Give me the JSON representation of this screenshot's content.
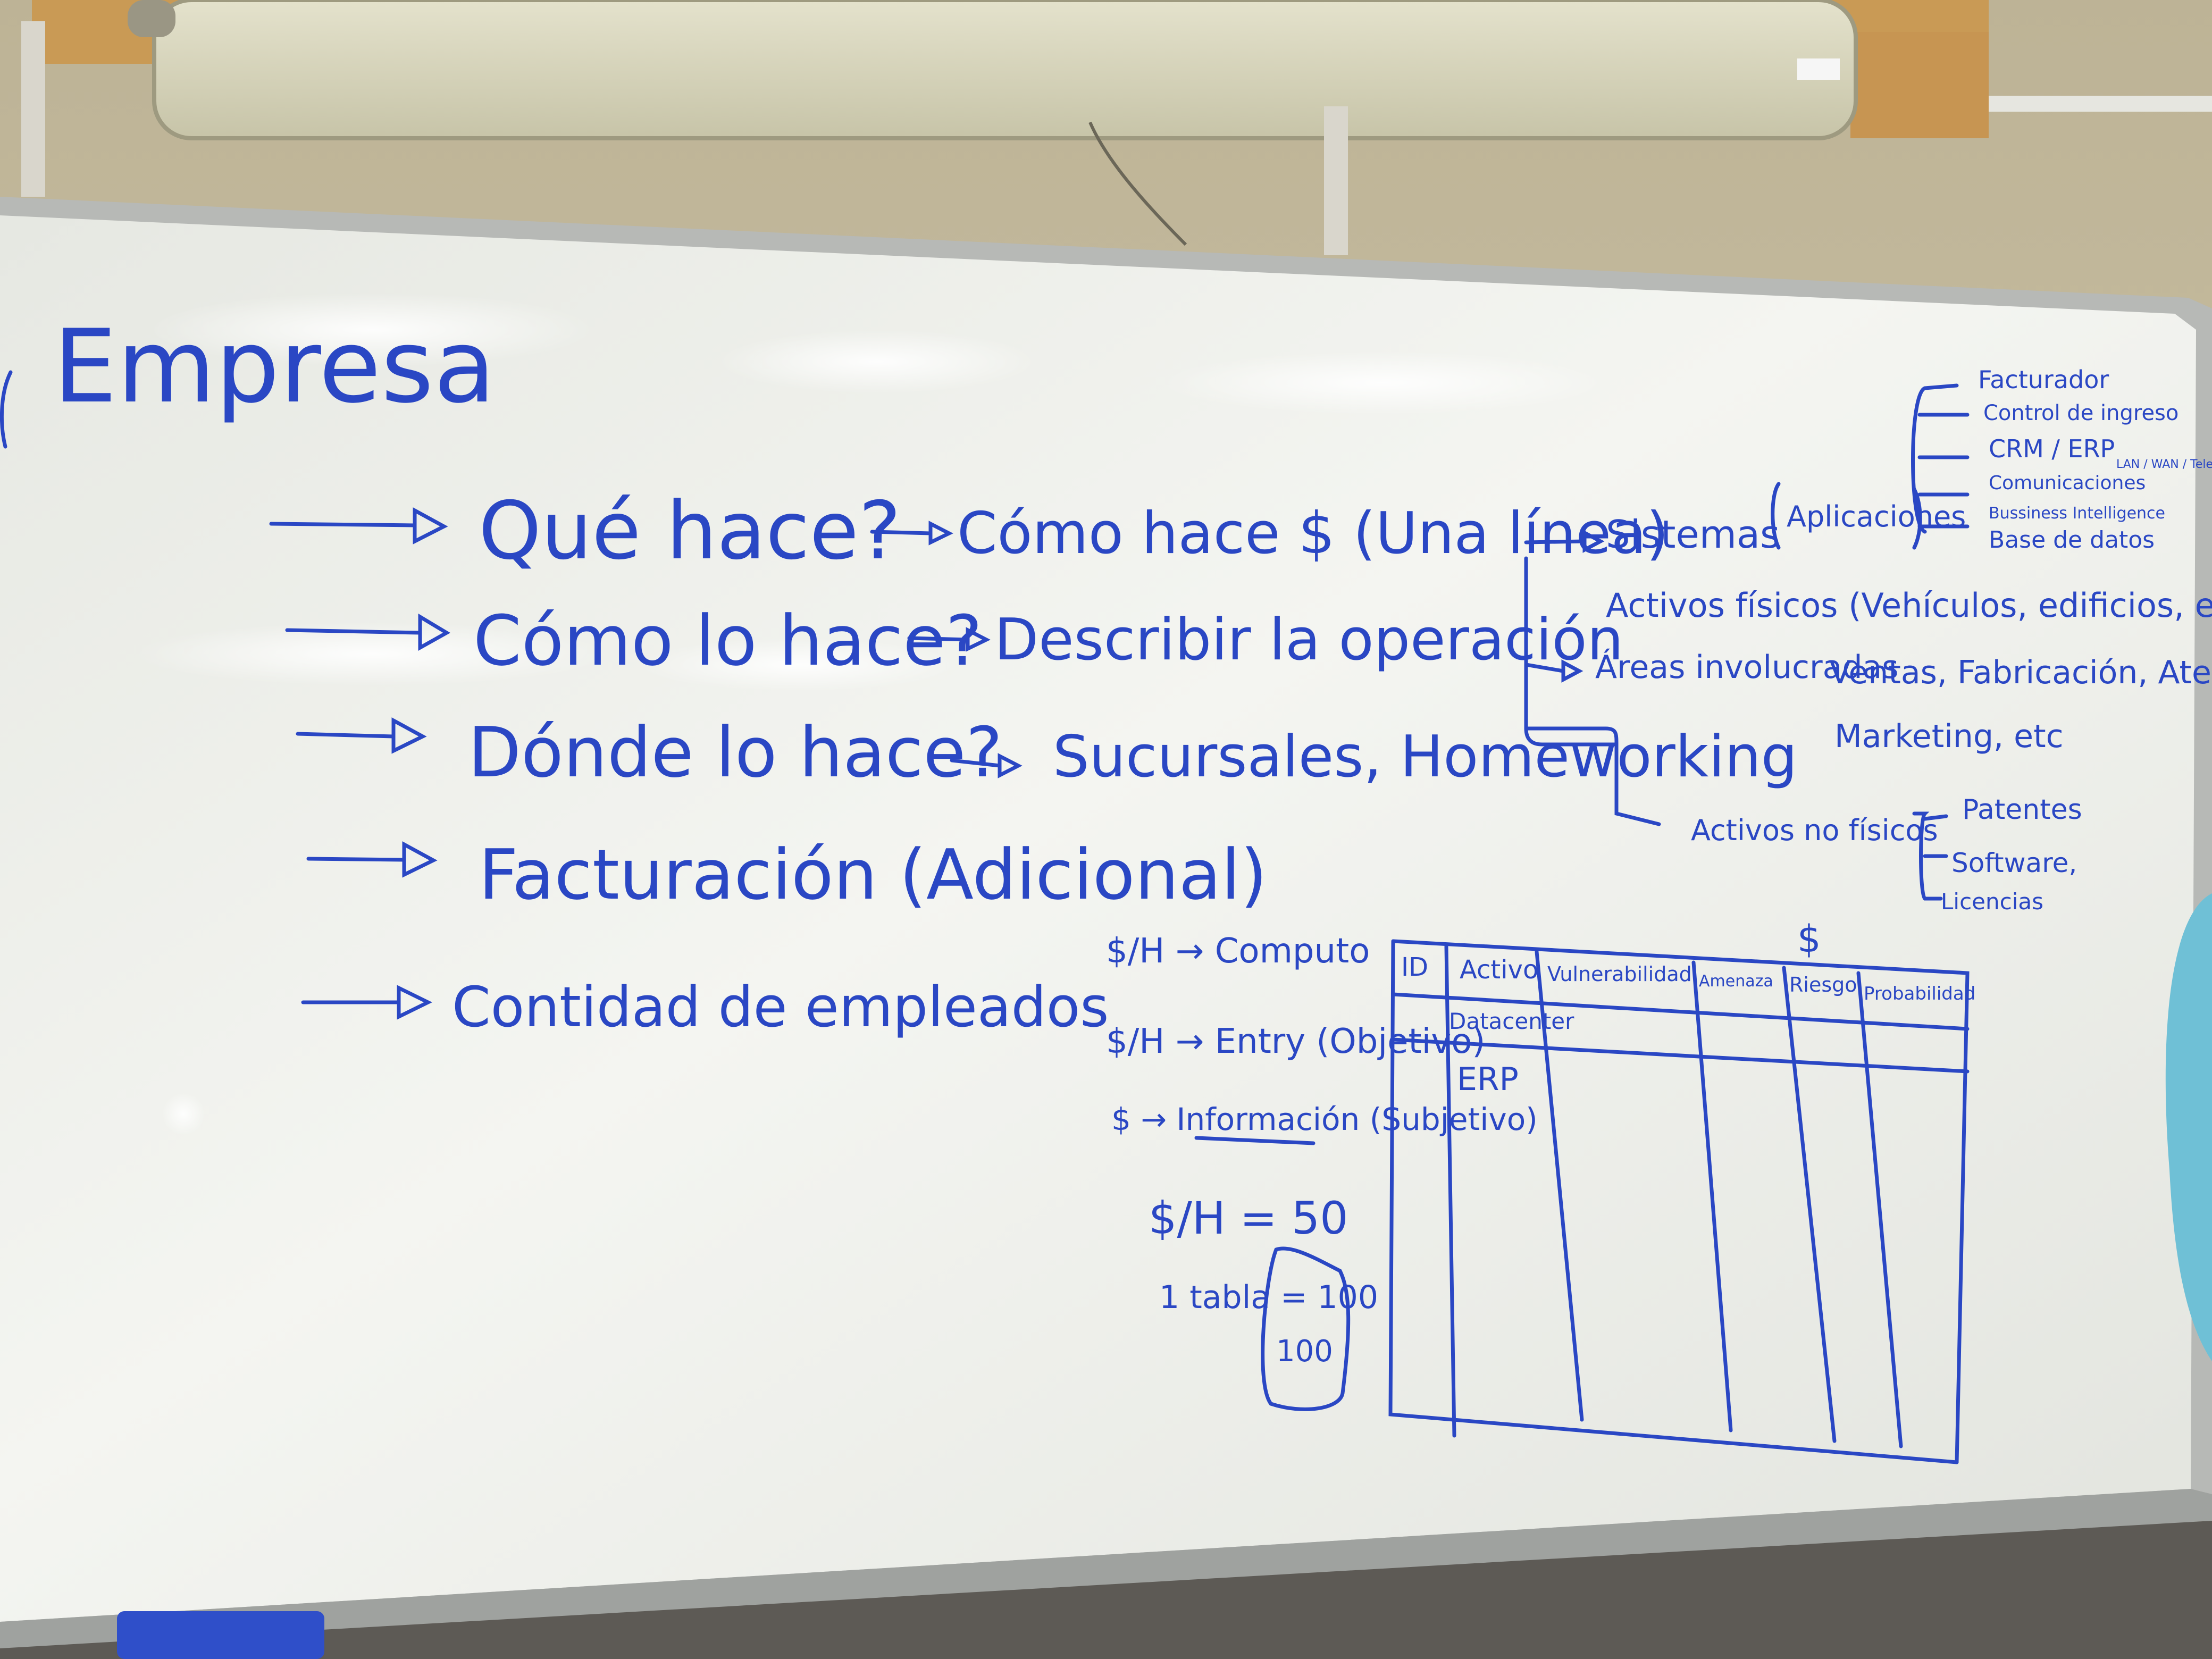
{
  "title": "Empresa",
  "main_items": [
    {
      "label": "Qué hace?",
      "result": "Cómo hace $ (Una línea)"
    },
    {
      "label": "Cómo lo hace?",
      "result": "Describir la operación"
    },
    {
      "label": "Dónde lo hace?",
      "result": "Sucursales, Homeworking"
    },
    {
      "label": "Facturación (Adicional)"
    },
    {
      "label": "Contidad de empleados"
    }
  ],
  "branches": {
    "sistemas": "Sistemas",
    "aplicaciones": "Aplicaciones",
    "apps": [
      "Facturador",
      "Control de ingreso",
      "CRM / ERP",
      "Comunicaciones",
      "Bussiness Intelligence",
      "Base de datos"
    ],
    "app_note": "LAN / WAN / Telefonía",
    "activos_fisicos": "Activos físicos (Vehículos, edificios, etc)",
    "areas_prefix": "Áreas involucradas",
    "areas": "Ventas, Fabricación, Atención al Cliente",
    "areas_line2": "Marketing, etc",
    "activos_no_fisicos": "Activos no físicos",
    "no_fisicos": [
      "Patentes",
      "Software,",
      "Licencias"
    ]
  },
  "notes": [
    "$/H → Computo",
    "$/H → Entry (Objetivo)",
    "$ → Información (Subjetivo)",
    "$/H = 50",
    "1 tabla = 100",
    "100"
  ],
  "dollar": "$",
  "table": {
    "headers": [
      "ID",
      "Activo",
      "Vulnerabilidad",
      "Amenaza",
      "Riesgo",
      "Probabilidad"
    ],
    "rows": [
      [
        "",
        "Datacenter",
        "",
        "",
        "",
        ""
      ],
      [
        "",
        "ERP",
        "",
        "",
        "",
        ""
      ]
    ]
  },
  "colors": {
    "marker": "#2a47c4",
    "board": "#eef0ec",
    "wall": "#c9bfa3",
    "frame": "#a8aaa8"
  }
}
